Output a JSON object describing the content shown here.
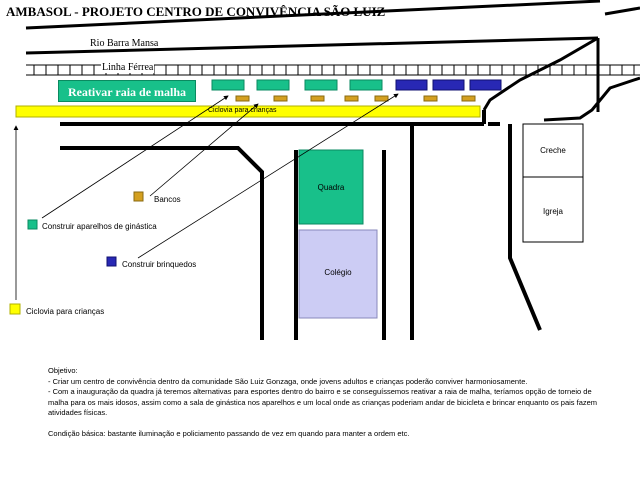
{
  "title": "AMBASOL - PROJETO CENTRO DE CONVIVÊNCIA SÃO LUIZ",
  "labels": {
    "river": "Rio Barra Mansa",
    "railway": "Linha Férrea",
    "reactivate": "Reativar raia de malha",
    "bike_path_bar": "Ciclovia para crianças",
    "court": "Quadra",
    "school": "Colégio",
    "daycare": "Creche",
    "church": "Igreja"
  },
  "legend": {
    "benches": "Bancos",
    "gym": "Construir aparelhos de ginástica",
    "toys": "Construir brinquedos",
    "bike_path": "Ciclovia para crianças"
  },
  "colors": {
    "gym": "#18c08a",
    "toys": "#2828b4",
    "benches": "#d4a020",
    "bike_path": "#ffff00",
    "school": "#ccccf4",
    "court": "#18c08a"
  },
  "text": {
    "objective_heading": "Objetivo:",
    "objective_1": "- Criar um centro de convivência dentro da comunidade São Luiz Gonzaga, onde jovens adultos e crianças poderão conviver harmoniosamente.",
    "objective_2a": "- Com a inauguração da quadra já teremos alternativas para esportes dentro do bairro e se conseguíssemos reativar a raia de malha, teríamos opção de torneio de",
    "objective_2b": "malha para os mais idosos, assim como a sala de ginástica nos aparelhos e um local onde as crianças poderiam andar de bicicleta e brincar enquanto os pais fazem",
    "objective_2c": "atividades físicas.",
    "condition": "Condição básica: bastante iluminação e policiamento passando de vez em quando para manter a ordem etc."
  }
}
